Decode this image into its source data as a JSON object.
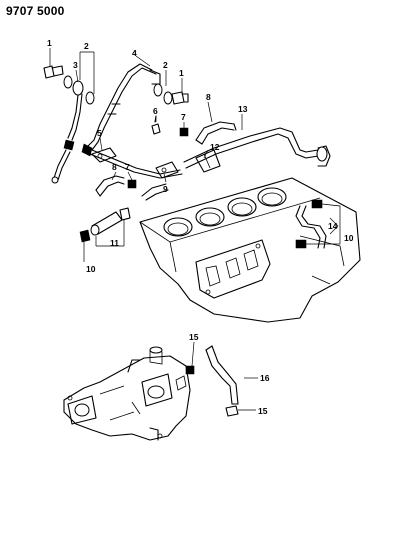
{
  "doc_number": "9707 5000",
  "callouts": {
    "c1a": "1",
    "c2a": "2",
    "c3": "3",
    "c4": "4",
    "c2b": "2",
    "c1b": "1",
    "c6": "6",
    "c7a": "7",
    "c8a": "8",
    "c13": "13",
    "c5": "5",
    "c12": "12",
    "c8b": "8",
    "c7b": "7",
    "c9": "9",
    "c11": "11",
    "c10a": "10",
    "c14": "14",
    "c10b": "10",
    "c15a": "15",
    "c16": "16",
    "c15b": "15"
  }
}
